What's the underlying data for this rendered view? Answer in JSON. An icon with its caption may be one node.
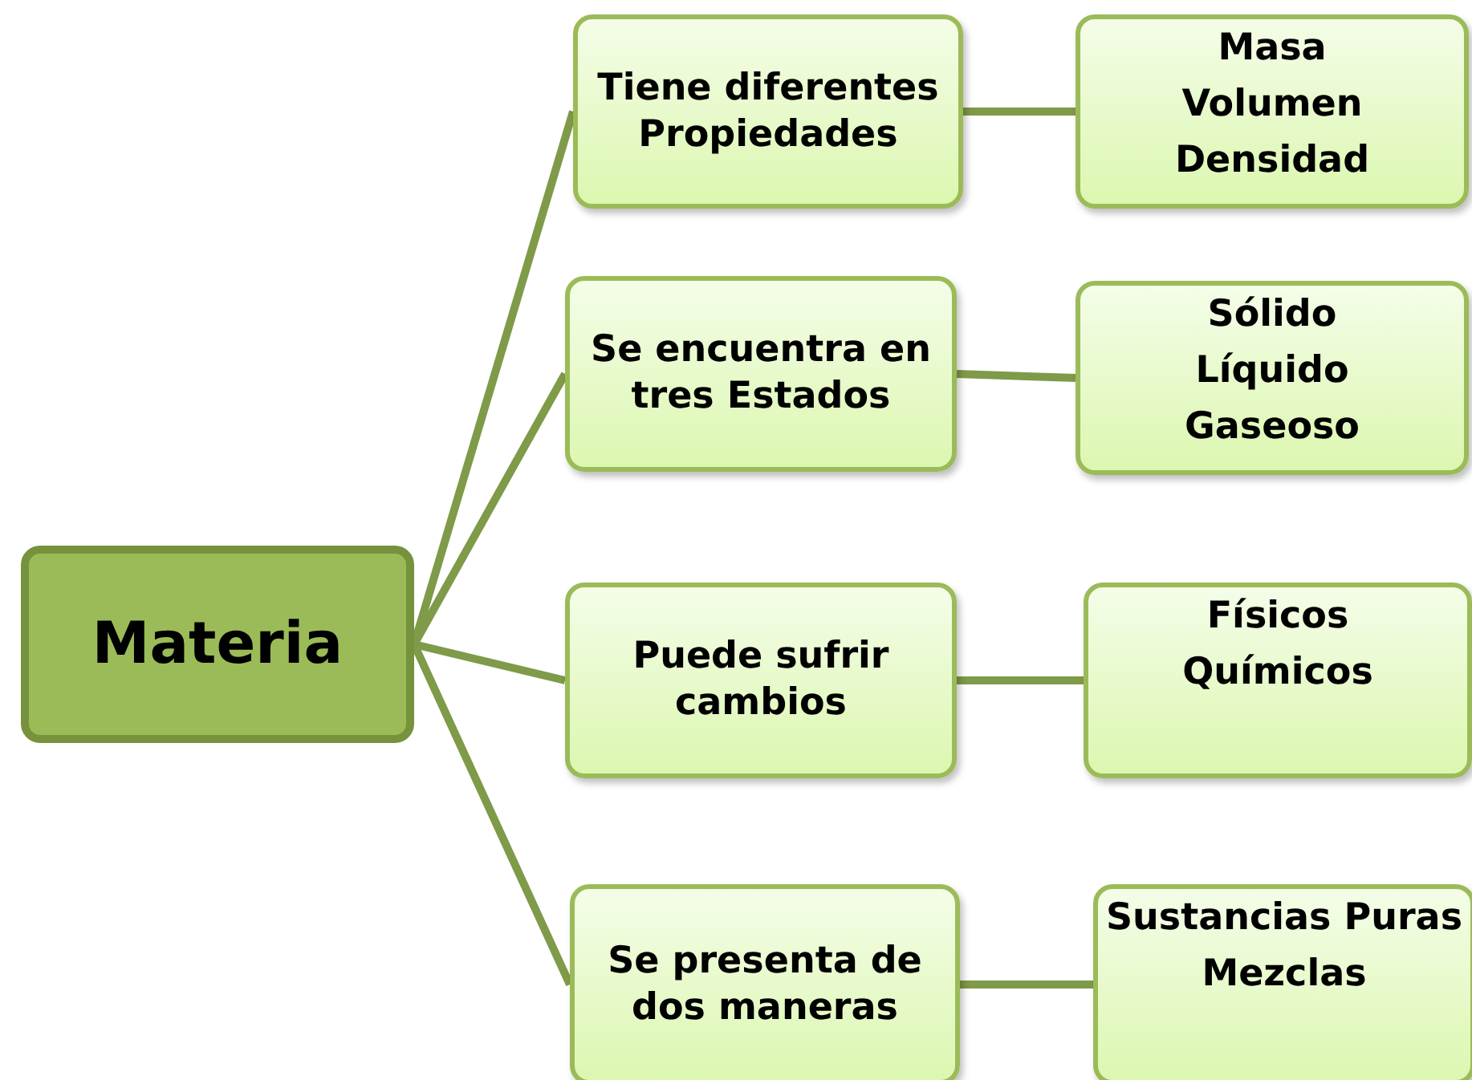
{
  "diagram": {
    "nodes": [
      {
        "text": [
          "Materia"
        ]
      },
      {
        "text": [
          "Tiene diferentes Propiedades"
        ]
      },
      {
        "text": [
          "Masa",
          "Volumen",
          "Densidad"
        ]
      },
      {
        "text": [
          "Se encuentra en tres Estados"
        ]
      },
      {
        "text": [
          "Sólido",
          "Líquido",
          "Gaseoso"
        ]
      },
      {
        "text": [
          "Puede sufrir cambios"
        ]
      },
      {
        "text": [
          "Físicos",
          "Químicos"
        ]
      },
      {
        "text": [
          "Se presenta de dos maneras"
        ]
      },
      {
        "text": [
          "Sustancias Puras",
          "Mezclas"
        ]
      }
    ],
    "edges": [
      {
        "from": 0,
        "to": 1,
        "arrow": "none"
      },
      {
        "from": 1,
        "to": 2,
        "arrow": "none"
      },
      {
        "from": 0,
        "to": 3,
        "arrow": "none"
      },
      {
        "from": 3,
        "to": 4,
        "arrow": "none"
      },
      {
        "from": 0,
        "to": 5,
        "arrow": "none"
      },
      {
        "from": 5,
        "to": 6,
        "arrow": "none"
      },
      {
        "from": 0,
        "to": 7,
        "arrow": "none"
      },
      {
        "from": 7,
        "to": 8,
        "arrow": "none"
      }
    ]
  }
}
